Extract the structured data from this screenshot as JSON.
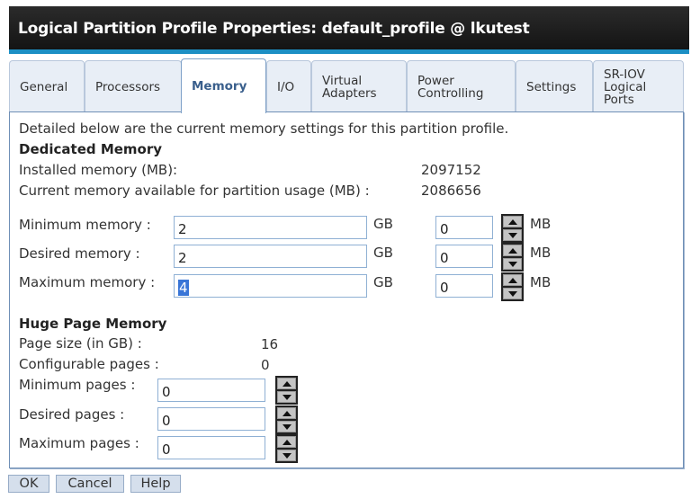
{
  "window": {
    "title": "Logical Partition Profile Properties: default_profile @ lkutest",
    "accent_color": "#1c8fc4"
  },
  "tabs": [
    {
      "label": "General",
      "active": false
    },
    {
      "label": "Processors",
      "active": false
    },
    {
      "label": "Memory",
      "active": true
    },
    {
      "label": "I/O",
      "active": false
    },
    {
      "label": "Virtual Adapters",
      "active": false
    },
    {
      "label": "Power Controlling",
      "active": false
    },
    {
      "label": "Settings",
      "active": false
    },
    {
      "label": "SR-IOV Logical Ports",
      "active": false
    }
  ],
  "memory": {
    "intro": "Detailed below are the current memory settings for this partition profile.",
    "dedicated": {
      "heading": "Dedicated Memory",
      "installed_label": "Installed memory (MB):",
      "installed_value": "2097152",
      "available_label": "Current memory available for partition usage (MB) :",
      "available_value": "2086656",
      "rows": [
        {
          "label": "Minimum memory :",
          "gb": "2",
          "gb_unit": "GB",
          "mb": "0",
          "mb_unit": "MB"
        },
        {
          "label": "Desired memory :",
          "gb": "2",
          "gb_unit": "GB",
          "mb": "0",
          "mb_unit": "MB"
        },
        {
          "label": "Maximum memory :",
          "gb": "4",
          "gb_unit": "GB",
          "mb": "0",
          "mb_unit": "MB",
          "selected": true
        }
      ]
    },
    "huge_page": {
      "heading": "Huge Page Memory",
      "page_size_label": "Page size (in GB) :",
      "page_size_value": "16",
      "configurable_label": "Configurable pages :",
      "configurable_value": "0",
      "rows": [
        {
          "label": "Minimum pages :",
          "value": "0"
        },
        {
          "label": "Desired pages :",
          "value": "0"
        },
        {
          "label": "Maximum pages :",
          "value": "0"
        }
      ]
    }
  },
  "buttons": {
    "ok": "OK",
    "cancel": "Cancel",
    "help": "Help"
  }
}
